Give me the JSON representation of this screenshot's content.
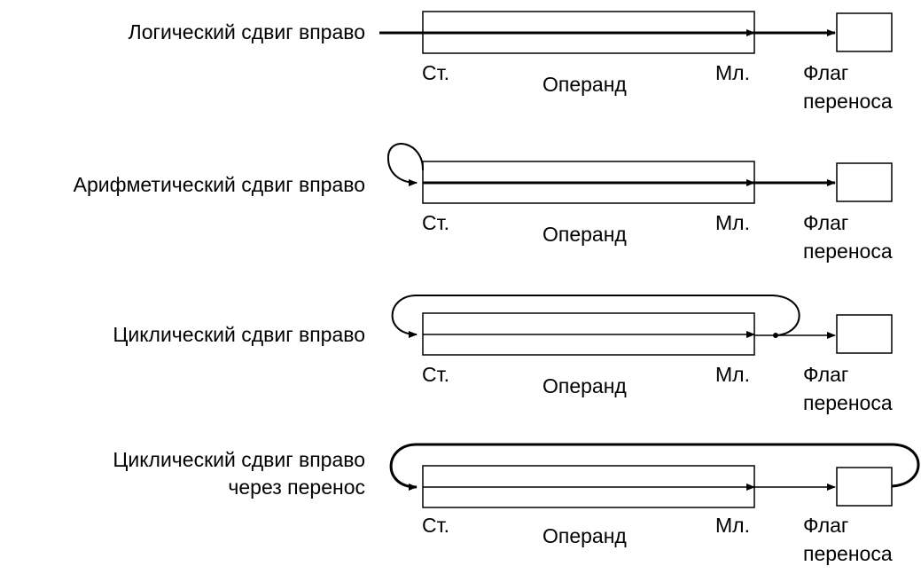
{
  "diagrams": [
    {
      "title_lines": [
        "Логический сдвиг вправо"
      ],
      "msb_label": "Ст.",
      "operand_label": "Операнд",
      "lsb_label": "Мл.",
      "flag_label_lines": [
        "Флаг",
        "переноса"
      ]
    },
    {
      "title_lines": [
        "Арифметический сдвиг вправо"
      ],
      "msb_label": "Ст.",
      "operand_label": "Операнд",
      "lsb_label": "Мл.",
      "flag_label_lines": [
        "Флаг",
        "переноса"
      ]
    },
    {
      "title_lines": [
        "Циклический сдвиг вправо"
      ],
      "msb_label": "Ст.",
      "operand_label": "Операнд",
      "lsb_label": "Мл.",
      "flag_label_lines": [
        "Флаг",
        "переноса"
      ]
    },
    {
      "title_lines": [
        "Циклический сдвиг вправо",
        "через перенос"
      ],
      "msb_label": "Ст.",
      "operand_label": "Операнд",
      "lsb_label": "Мл.",
      "flag_label_lines": [
        "Флаг",
        "переноса"
      ]
    }
  ]
}
